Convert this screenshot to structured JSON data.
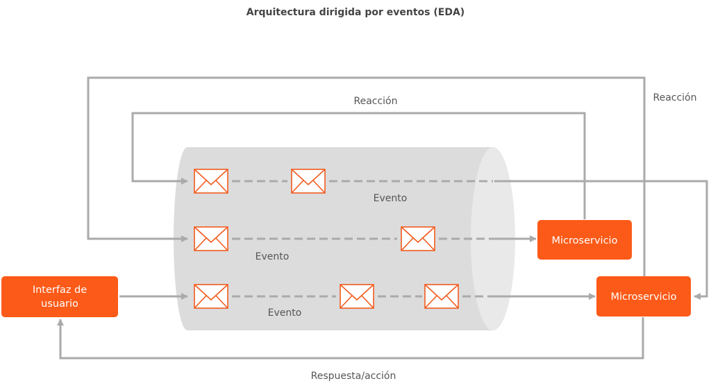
{
  "title": "Arquitectura dirigida por eventos (EDA)",
  "labels": {
    "reaction_inner": "Reacción",
    "reaction_outer": "Reacción",
    "event_1": "Evento",
    "event_2": "Evento",
    "event_3": "Evento",
    "response": "Respuesta/acción"
  },
  "boxes": {
    "ui_line1": "Interfaz de",
    "ui_line2": "usuario",
    "microservice_1": "Microservicio",
    "microservice_2": "Microservicio"
  },
  "icons": {
    "envelope": "envelope-icon",
    "arrowhead": "arrowhead-icon"
  },
  "colors": {
    "accent": "#fc5a18",
    "connector": "#aaaaaa",
    "channel": "#dcdcdc",
    "envelope_stroke": "#f25a1d"
  }
}
